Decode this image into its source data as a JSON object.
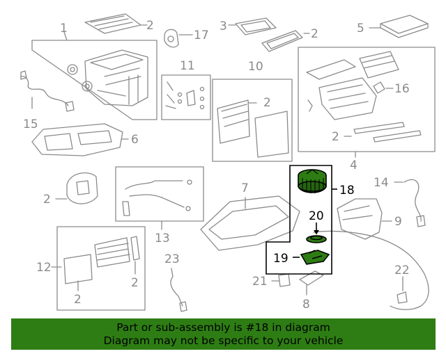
{
  "colors": {
    "part_gray": "#8a8a8a",
    "highlight": "#000000",
    "highlight_fill": "#2e7d14",
    "banner_bg": "#2e7d14"
  },
  "callouts": {
    "c1": "1",
    "c2": "2",
    "c3": "3",
    "c4": "4",
    "c5": "5",
    "c6": "6",
    "c7": "7",
    "c8": "8",
    "c9": "9",
    "c10": "10",
    "c11": "11",
    "c12": "12",
    "c13": "13",
    "c14": "14",
    "c15": "15",
    "c16": "16",
    "c17": "17",
    "c18": "18",
    "c19": "19",
    "c20": "20",
    "c21": "21",
    "c22": "22",
    "c23": "23"
  },
  "banner": {
    "line1": "Part or sub-assembly is #18 in diagram",
    "line2": "Diagram may not be specific to your vehicle"
  }
}
